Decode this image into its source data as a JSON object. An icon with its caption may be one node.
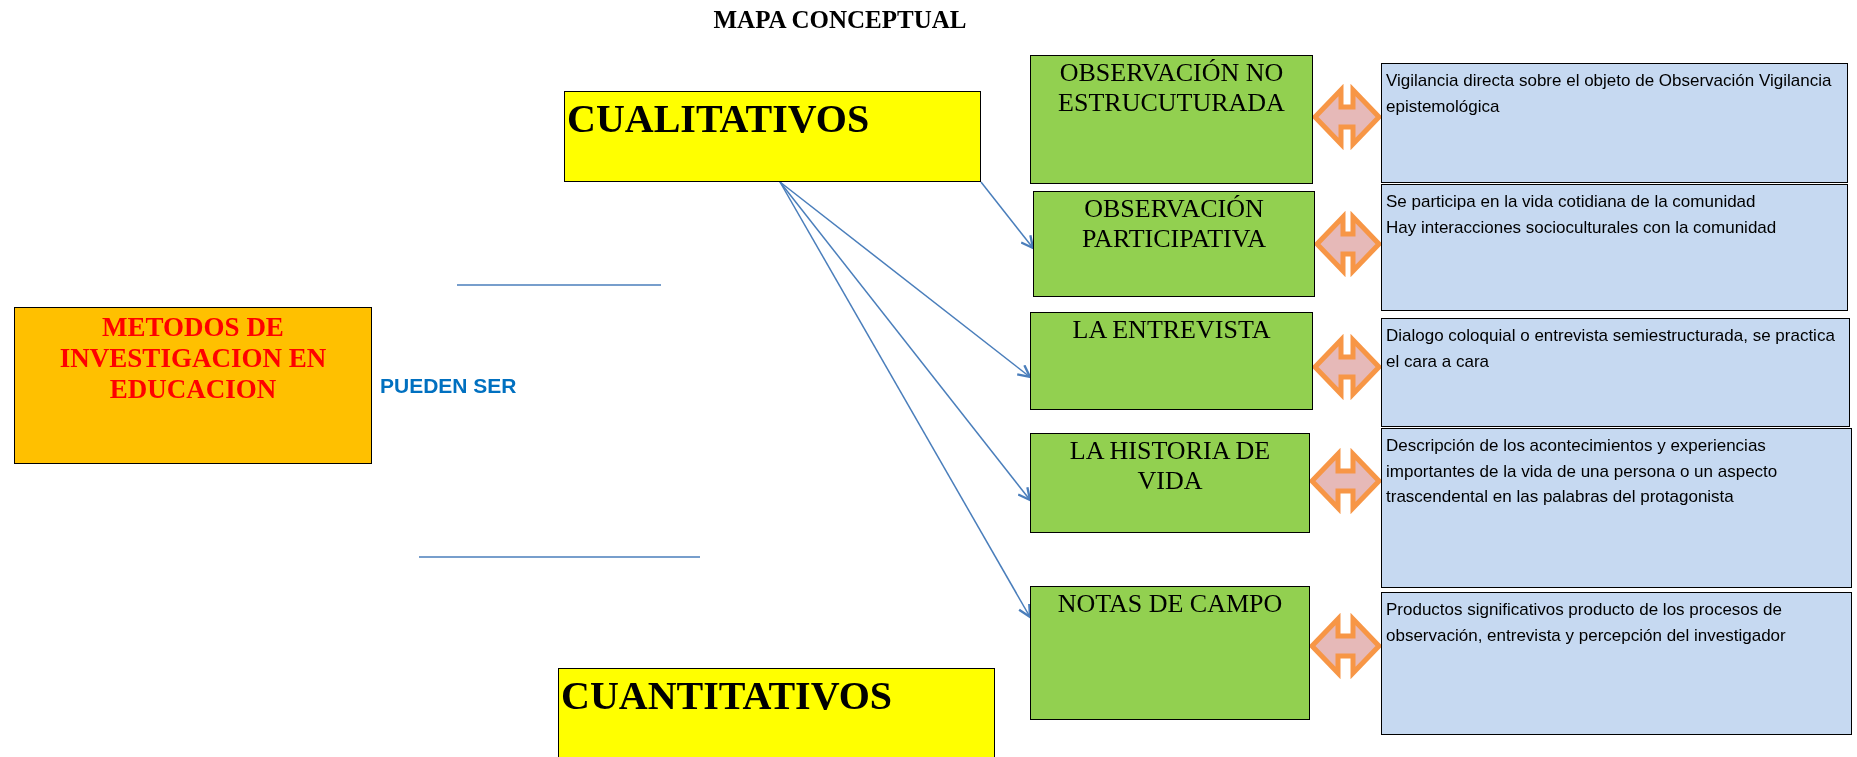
{
  "diagram": {
    "title": "MAPA CONCEPTUAL",
    "nodes": [
      {
        "text": [
          "METODOS DE INVESTIGACION EN EDUCACION"
        ]
      },
      {
        "text": [
          "CUALITATIVOS"
        ]
      },
      {
        "text": [
          "CUANTITATIVOS"
        ]
      },
      {
        "text": [
          "OBSERVACIÓN NO ESTRUCUTURADA"
        ]
      },
      {
        "text": [
          "OBSERVACIÓN PARTICIPATIVA"
        ]
      },
      {
        "text": [
          "LA ENTREVISTA"
        ]
      },
      {
        "text": [
          "LA HISTORIA DE VIDA"
        ]
      },
      {
        "text": [
          "NOTAS DE CAMPO"
        ]
      },
      {
        "text": [
          "Vigilancia directa sobre el objeto de Observación Vigilancia epistemológica"
        ]
      },
      {
        "text": [
          "Se participa en la vida cotidiana de la comunidad",
          "Hay interacciones socioculturales con la comunidad"
        ]
      },
      {
        "text": [
          "Dialogo coloquial o entrevista semiestructurada, se practica el cara a cara"
        ]
      },
      {
        "text": [
          "Descripción de los acontecimientos y experiencias importantes de la vida de una persona o un aspecto trascendental en las palabras del protagonista"
        ]
      },
      {
        "text": [
          "Productos significativos producto de los procesos de observación, entrevista y percepción del investigador"
        ]
      }
    ],
    "edges": [
      {
        "from": 1,
        "to": 4,
        "arrow": "to"
      },
      {
        "from": 1,
        "to": 5,
        "arrow": "to"
      },
      {
        "from": 1,
        "to": 6,
        "arrow": "to"
      },
      {
        "from": 1,
        "to": 7,
        "arrow": "to"
      },
      {
        "from": 3,
        "to": 8,
        "arrow": "both",
        "style": "thick",
        "color": "#f79646"
      },
      {
        "from": 4,
        "to": 9,
        "arrow": "both",
        "style": "thick",
        "color": "#f79646"
      },
      {
        "from": 5,
        "to": 10,
        "arrow": "both",
        "style": "thick",
        "color": "#f79646"
      },
      {
        "from": 6,
        "to": 11,
        "arrow": "both",
        "style": "thick",
        "color": "#f79646"
      },
      {
        "from": 7,
        "to": 12,
        "arrow": "both",
        "style": "thick",
        "color": "#f79646"
      }
    ],
    "labels": [
      "PUEDEN SER"
    ]
  }
}
